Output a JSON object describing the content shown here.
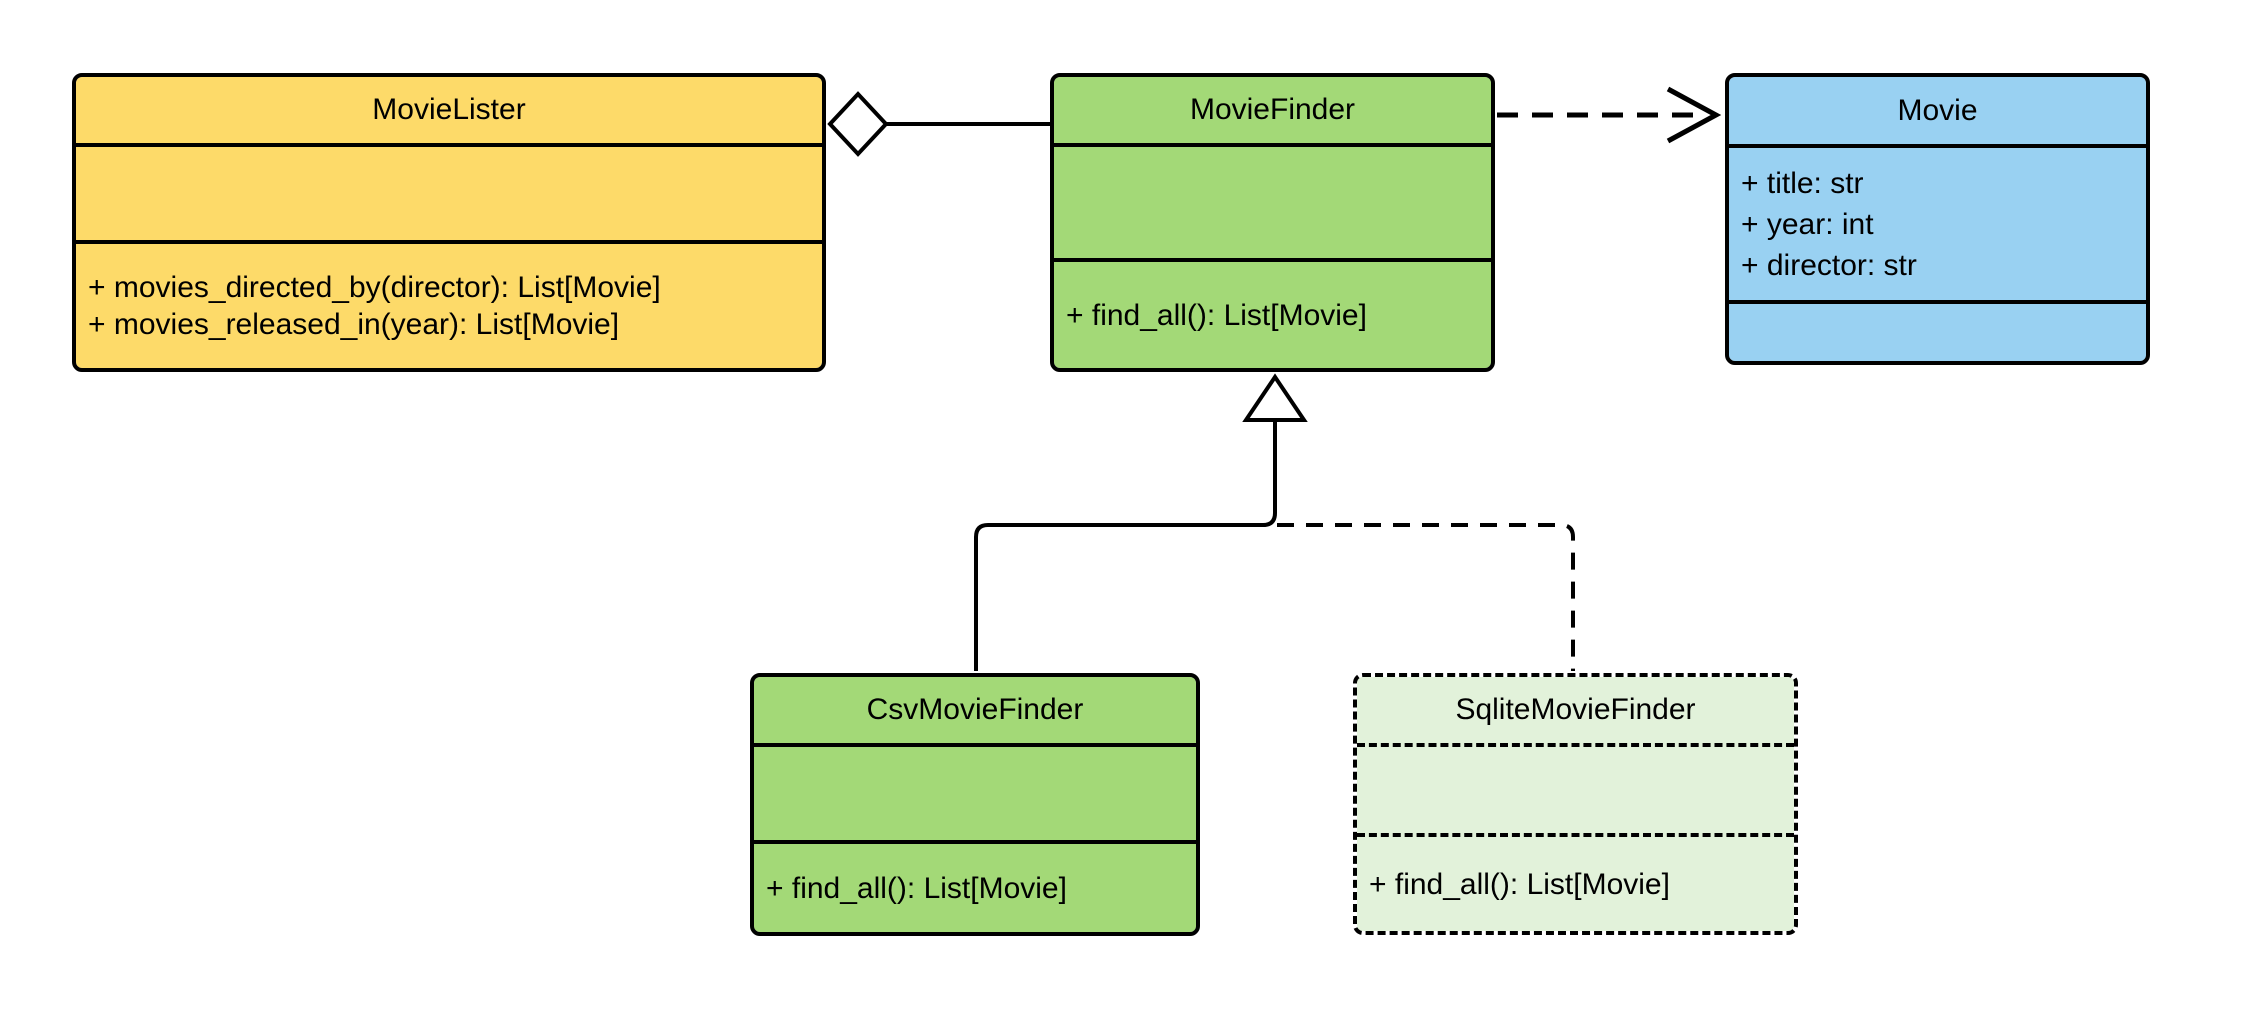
{
  "diagram": {
    "type": "UML class diagram",
    "background": "#ffffff",
    "stroke": "#000000",
    "marker_fill": "#ffffff"
  },
  "classes": [
    {
      "name": "MovieLister",
      "fill": "#FDDA69",
      "border": "solid",
      "attributes": [],
      "methods": [
        "+ movies_directed_by(director): List[Movie]",
        "+ movies_released_in(year): List[Movie]"
      ]
    },
    {
      "name": "MovieFinder",
      "fill": "#A3D977",
      "border": "solid",
      "attributes": [],
      "methods": [
        "+ find_all(): List[Movie]"
      ]
    },
    {
      "name": "Movie",
      "fill": "#99D1F2",
      "border": "solid",
      "attributes": [
        "+ title: str",
        "+ year: int",
        "+ director: str"
      ],
      "methods": []
    },
    {
      "name": "CsvMovieFinder",
      "fill": "#A3D977",
      "border": "solid",
      "attributes": [],
      "methods": [
        "+ find_all(): List[Movie]"
      ]
    },
    {
      "name": "SqliteMovieFinder",
      "fill": "#E2F2DA",
      "border": "dashed",
      "attributes": [],
      "methods": [
        "+ find_all(): List[Movie]"
      ]
    }
  ],
  "relationships": [
    {
      "type": "aggregation",
      "source": "MovieLister",
      "target": "MovieFinder",
      "line": "solid",
      "marker": "hollow-diamond"
    },
    {
      "type": "dependency",
      "source": "MovieFinder",
      "target": "Movie",
      "line": "dashed",
      "marker": "open-arrow"
    },
    {
      "type": "generalization",
      "source": "CsvMovieFinder",
      "target": "MovieFinder",
      "line": "solid",
      "marker": "hollow-triangle"
    },
    {
      "type": "generalization",
      "source": "SqliteMovieFinder",
      "target": "MovieFinder",
      "line": "dashed",
      "marker": "hollow-triangle"
    }
  ]
}
